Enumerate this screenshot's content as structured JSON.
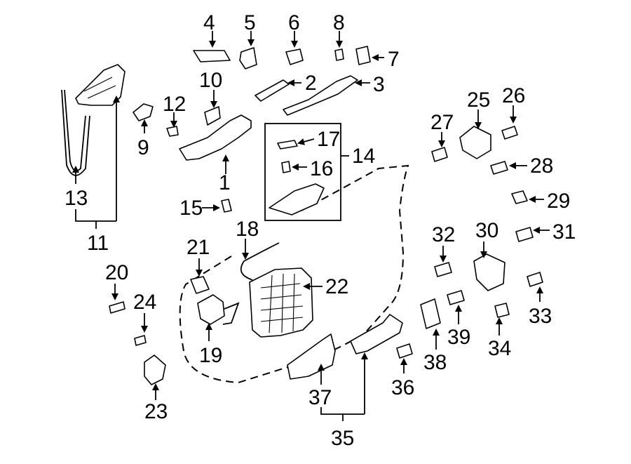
{
  "diagram": {
    "callouts": [
      {
        "id": "c1",
        "text": "1"
      },
      {
        "id": "c2",
        "text": "2"
      },
      {
        "id": "c3",
        "text": "3"
      },
      {
        "id": "c4",
        "text": "4"
      },
      {
        "id": "c5",
        "text": "5"
      },
      {
        "id": "c6",
        "text": "6"
      },
      {
        "id": "c7",
        "text": "7"
      },
      {
        "id": "c8",
        "text": "8"
      },
      {
        "id": "c9",
        "text": "9"
      },
      {
        "id": "c10",
        "text": "10"
      },
      {
        "id": "c11",
        "text": "11"
      },
      {
        "id": "c12",
        "text": "12"
      },
      {
        "id": "c13",
        "text": "13"
      },
      {
        "id": "c14",
        "text": "14"
      },
      {
        "id": "c15",
        "text": "15"
      },
      {
        "id": "c16",
        "text": "16"
      },
      {
        "id": "c17",
        "text": "17"
      },
      {
        "id": "c18",
        "text": "18"
      },
      {
        "id": "c19",
        "text": "19"
      },
      {
        "id": "c20",
        "text": "20"
      },
      {
        "id": "c21",
        "text": "21"
      },
      {
        "id": "c22",
        "text": "22"
      },
      {
        "id": "c23",
        "text": "23"
      },
      {
        "id": "c24",
        "text": "24"
      },
      {
        "id": "c25",
        "text": "25"
      },
      {
        "id": "c26",
        "text": "26"
      },
      {
        "id": "c27",
        "text": "27"
      },
      {
        "id": "c28",
        "text": "28"
      },
      {
        "id": "c29",
        "text": "29"
      },
      {
        "id": "c30",
        "text": "30"
      },
      {
        "id": "c31",
        "text": "31"
      },
      {
        "id": "c32",
        "text": "32"
      },
      {
        "id": "c33",
        "text": "33"
      },
      {
        "id": "c34",
        "text": "34"
      },
      {
        "id": "c35",
        "text": "35"
      },
      {
        "id": "c36",
        "text": "36"
      },
      {
        "id": "c37",
        "text": "37"
      },
      {
        "id": "c38",
        "text": "38"
      },
      {
        "id": "c39",
        "text": "39"
      }
    ]
  }
}
